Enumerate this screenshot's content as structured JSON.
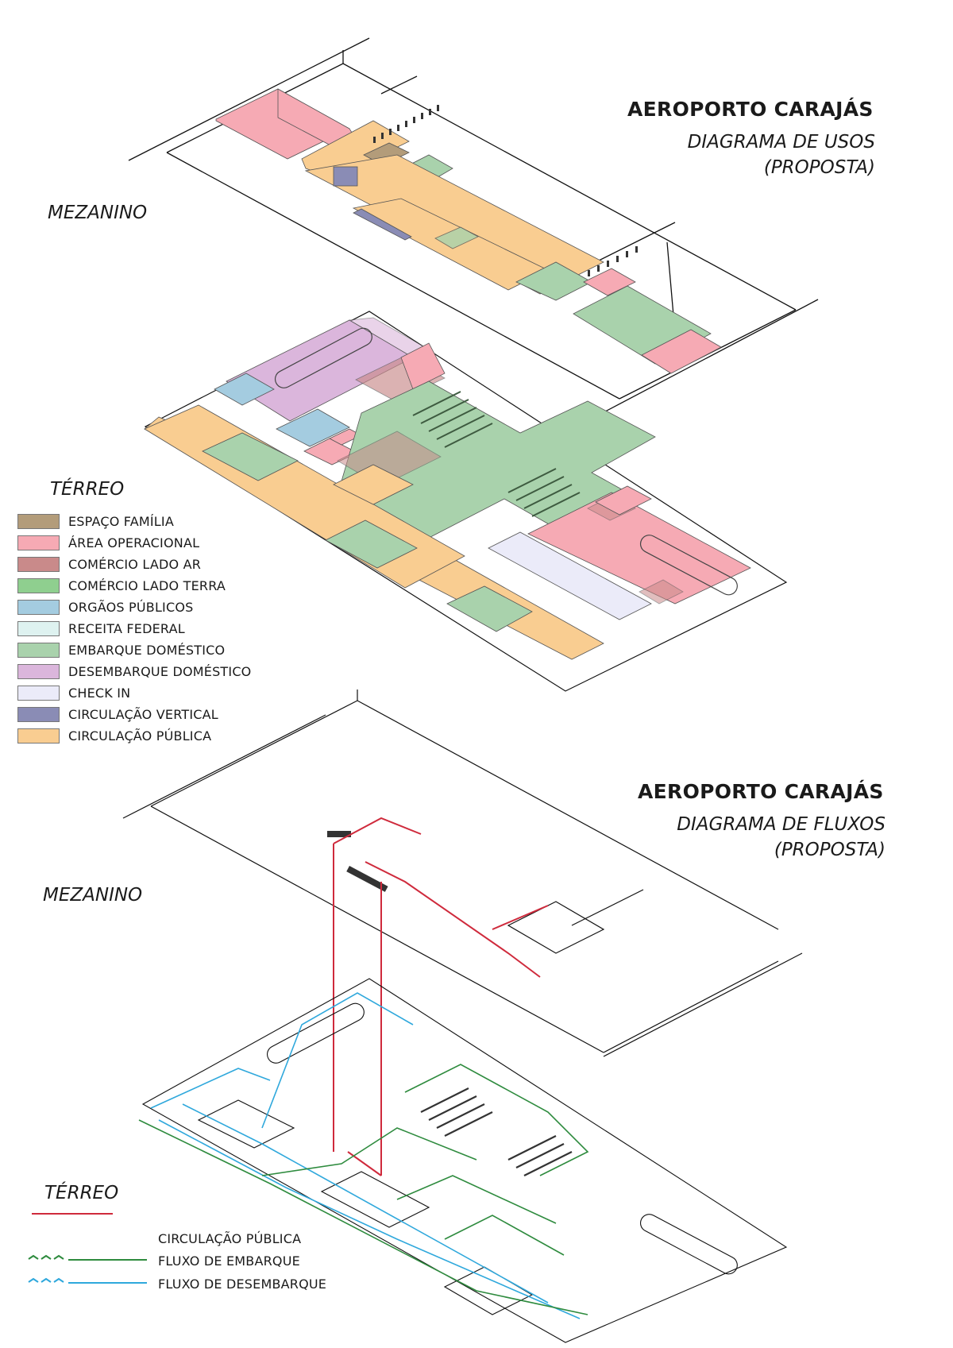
{
  "section1": {
    "title": "AEROPORTO CARAJÁS",
    "subtitle_line1": "DIAGRAMA DE USOS",
    "subtitle_line2": "(PROPOSTA)",
    "level_upper": "MEZANINO",
    "level_lower": "TÉRREO"
  },
  "legend_uses": [
    {
      "label": "ESPAÇO FAMÍLIA",
      "color": "#b39c7a"
    },
    {
      "label": "ÁREA OPERACIONAL",
      "color": "#f6aab4"
    },
    {
      "label": "COMÉRCIO LADO AR",
      "color": "#c98a8a"
    },
    {
      "label": "COMÉRCIO LADO TERRA",
      "color": "#8fcf8f"
    },
    {
      "label": "ORGÃOS PÚBLICOS",
      "color": "#a4cce0"
    },
    {
      "label": "RECEITA FEDERAL",
      "color": "#def2f0"
    },
    {
      "label": "EMBARQUE DOMÉSTICO",
      "color": "#a9d2ac"
    },
    {
      "label": "DESEMBARQUE DOMÉSTICO",
      "color": "#dbb6dc"
    },
    {
      "label": "CHECK IN",
      "color": "#ebebf9"
    },
    {
      "label": "CIRCULAÇÃO VERTICAL",
      "color": "#8a8cb5"
    },
    {
      "label": "CIRCULAÇÃO PÚBLICA",
      "color": "#f9cd91"
    }
  ],
  "section2": {
    "title": "AEROPORTO CARAJÁS",
    "subtitle_line1": "DIAGRAMA DE FLUXOS",
    "subtitle_line2": "(PROPOSTA)",
    "level_upper": "MEZANINO",
    "level_lower": "TÉRREO"
  },
  "legend_flows": [
    {
      "label": "CIRCULAÇÃO PÚBLICA",
      "color": "#cf2a3c"
    },
    {
      "label": "FLUXO DE EMBARQUE",
      "color": "#2e8b3e"
    },
    {
      "label": "FLUXO DE DESEMBARQUE",
      "color": "#2fa8dc"
    }
  ]
}
